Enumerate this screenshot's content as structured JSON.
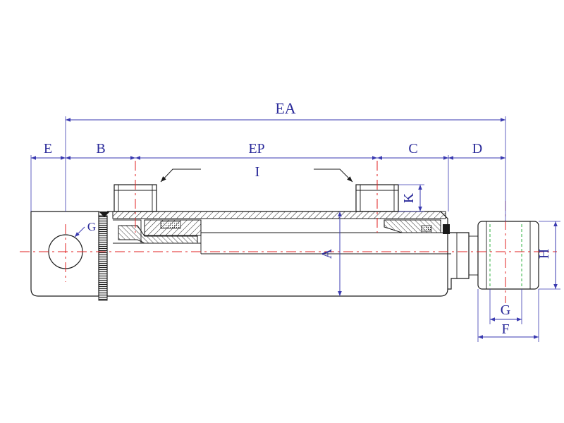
{
  "drawing": {
    "labels": {
      "EA": "EA",
      "E": "E",
      "B": "B",
      "EP": "EP",
      "C": "C",
      "D": "D",
      "I": "I",
      "K": "K",
      "G_left": "G",
      "A": "A",
      "H": "H",
      "G_right": "G",
      "F": "F"
    },
    "colors": {
      "dimension": "#3a3ab0",
      "text": "#2a2a9a",
      "centerline": "#e02020",
      "thread": "#30b040",
      "outline": "#1a1a1a"
    }
  }
}
